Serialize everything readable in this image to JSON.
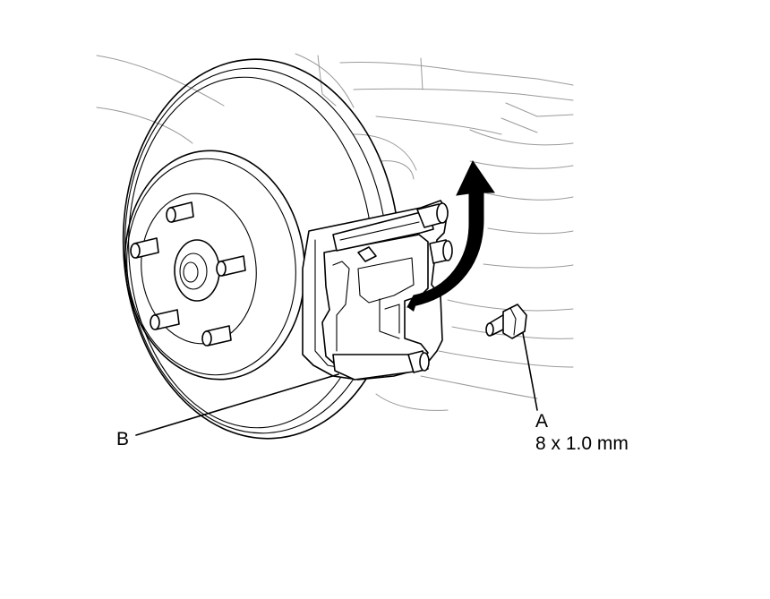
{
  "callouts": {
    "a": {
      "letter": "A",
      "spec": "8 x 1.0 mm"
    },
    "b": {
      "letter": "B"
    }
  }
}
